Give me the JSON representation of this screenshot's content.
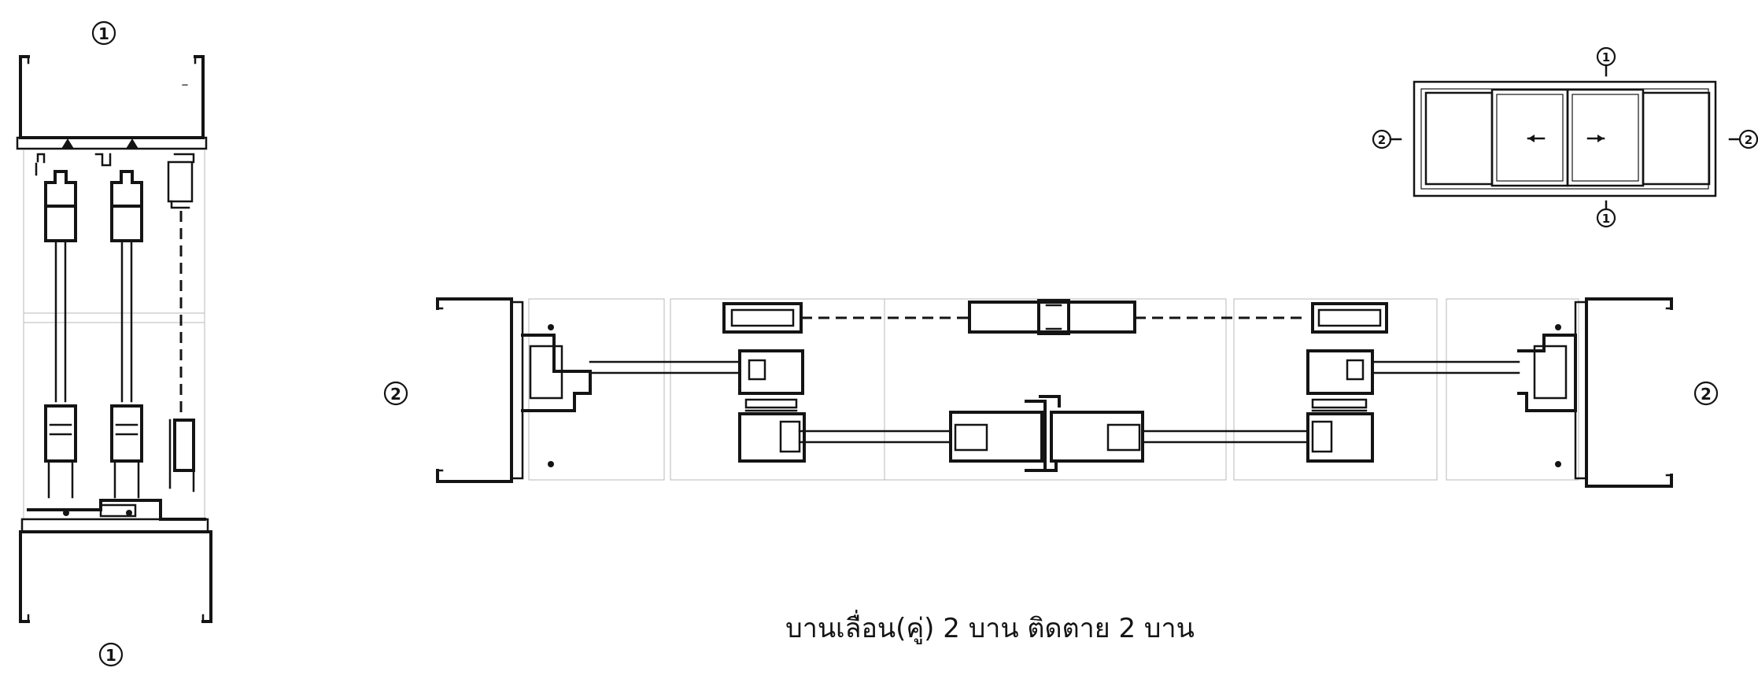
{
  "caption": "บานเลื่อน(คู่) 2 บาน ติดตาย 2 บาน",
  "section_marks": {
    "vertical_top": "1",
    "vertical_bottom": "1",
    "horizontal_left": "2",
    "horizontal_right": "2",
    "key_top": "1",
    "key_bottom": "1",
    "key_left": "2",
    "key_right": "2"
  },
  "key_plan": {
    "panels": [
      "fixed",
      "sliding",
      "sliding",
      "fixed"
    ],
    "arrows": [
      "left",
      "right"
    ]
  }
}
